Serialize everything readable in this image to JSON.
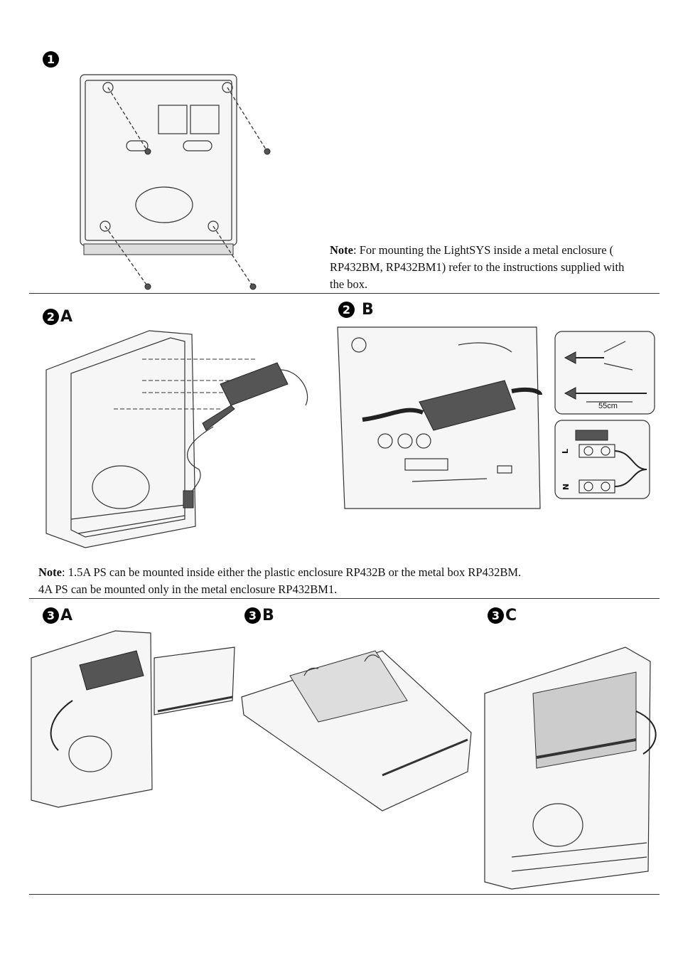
{
  "step1": {
    "number": "1"
  },
  "note1": {
    "label": "Note",
    "text": ": For mounting the LightSYS inside a metal enclosure ( RP432BM, RP432BM1) refer to the instructions supplied with the box."
  },
  "step2a": {
    "number": "2",
    "letter": "A"
  },
  "step2b": {
    "number": "2",
    "letter": "B",
    "dimension_label": "55cm",
    "terminal_L": "L",
    "terminal_N": "N"
  },
  "note2": {
    "label": "Note",
    "text_line1": ": 1.5A PS can be mounted inside either the plastic enclosure RP432B or the metal box  RP432BM.",
    "text_line2": "4A PS can be mounted only in the metal enclosure RP432BM1."
  },
  "step3a": {
    "number": "3",
    "letter": "A"
  },
  "step3b": {
    "number": "3",
    "letter": "B"
  },
  "step3c": {
    "number": "3",
    "letter": "C"
  }
}
